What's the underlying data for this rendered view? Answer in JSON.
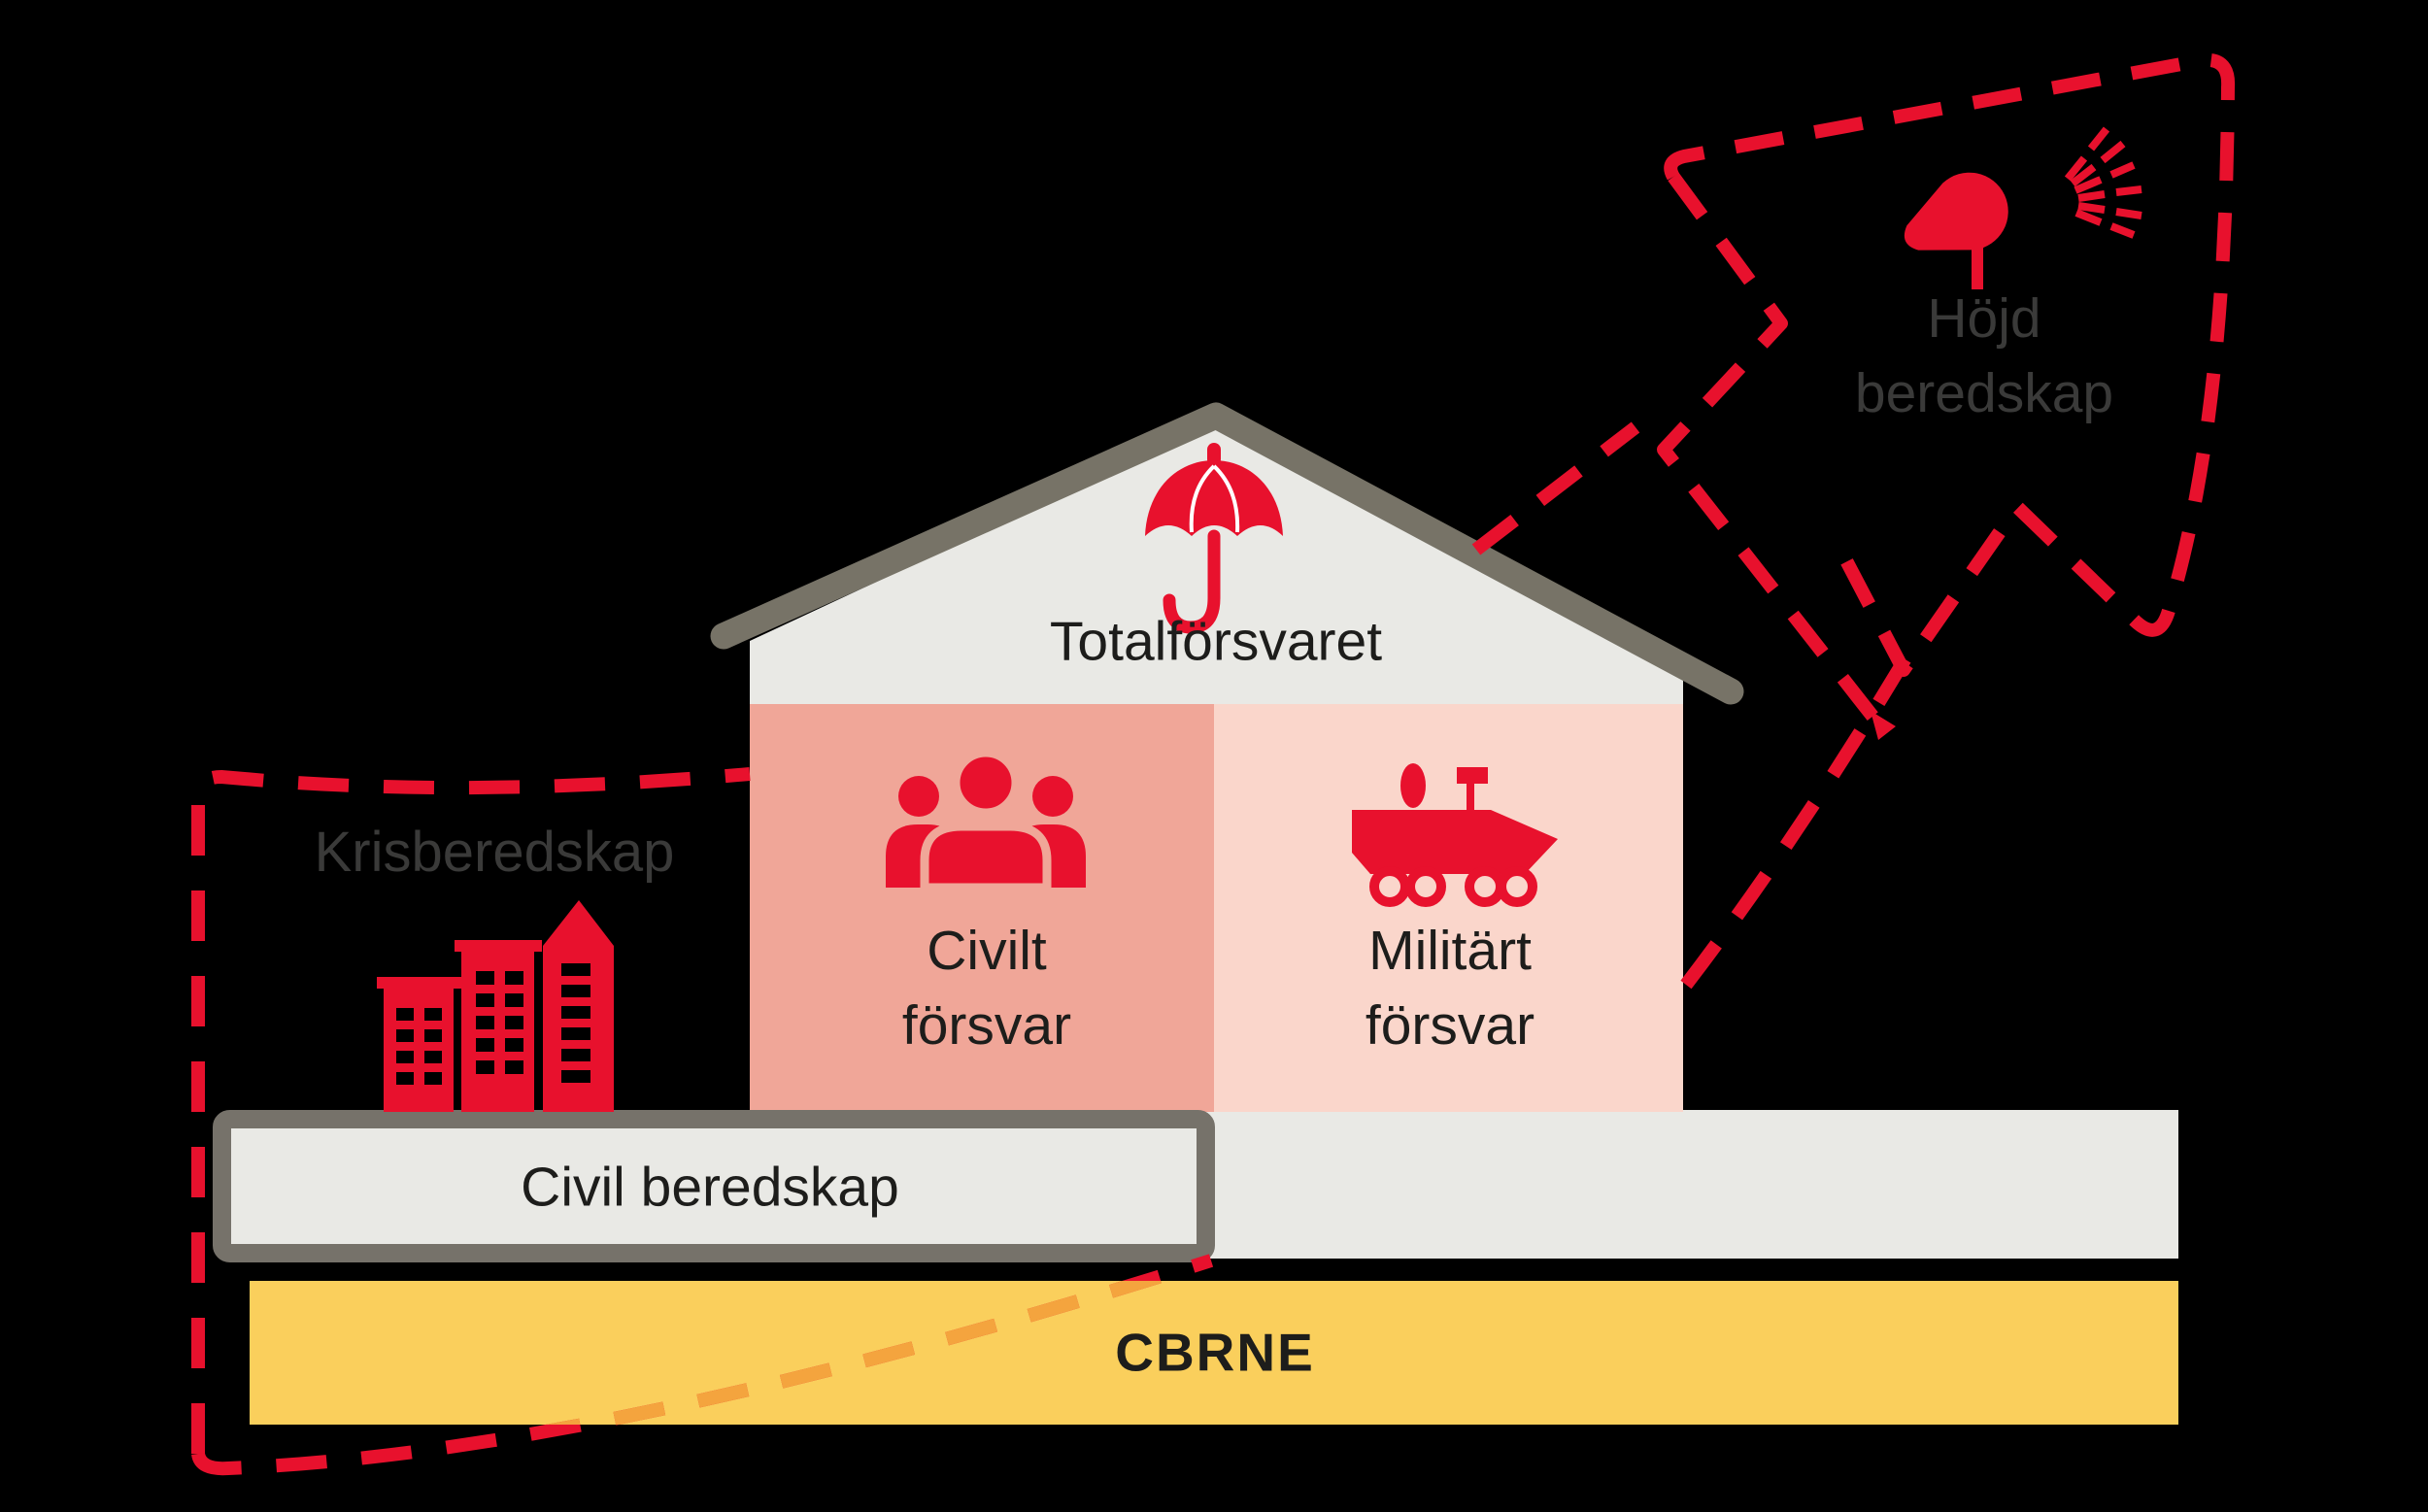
{
  "diagram": {
    "type": "total-defence concept diagram",
    "background": "#000000",
    "house": {
      "roof_label": "Totalförsvaret",
      "left_half": {
        "line1": "Civilt",
        "line2": "försvar",
        "fill": "#F0A698",
        "icon": "people-group-icon"
      },
      "right_half": {
        "line1": "Militärt",
        "line2": "försvar",
        "fill": "#FAD6CB",
        "icon": "armored-vehicle-icon"
      },
      "roof_icon": "umbrella-icon"
    },
    "bars": {
      "civil_beredskap": {
        "label": "Civil beredskap",
        "fill": "#E9E9E5",
        "border": "#76726A"
      },
      "base_bar": {
        "fill": "#E9E9E5"
      },
      "cbrne": {
        "label": "CBRNE",
        "fill": "#FACF5C",
        "text_color": "#1D1D1B"
      }
    },
    "zones": {
      "krisberedskap": {
        "label": "Krisberedskap",
        "outline": "dashed",
        "color": "#E8112D",
        "icon": "city-buildings-icon"
      },
      "hojd_beredskap": {
        "line1": "Höjd",
        "line2": "beredskap",
        "outline": "dashed-arrow",
        "color": "#E8112D",
        "icon": "loudspeaker-icon"
      }
    },
    "colors": {
      "red": "#E8112D",
      "orange_dash_on_yellow": "#F4A43E",
      "roof_gray": "#777367",
      "light_gray": "#E9E9E5",
      "salmon": "#F0A698",
      "pink": "#FAD6CB",
      "yellow": "#FACF5C",
      "label_gray": "#3A3A39",
      "text_black": "#1D1D1B"
    }
  }
}
